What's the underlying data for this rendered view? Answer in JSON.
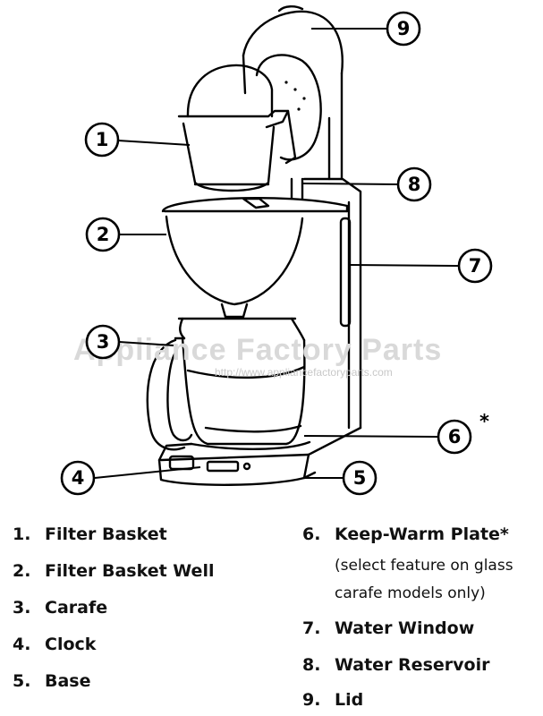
{
  "watermark": {
    "text": "Appliance Factory Parts",
    "url": "http://www.appliancefactoryparts.com"
  },
  "callouts": [
    "1",
    "2",
    "3",
    "4",
    "5",
    "6",
    "7",
    "8",
    "9"
  ],
  "callout_asterisk": "*",
  "legend": {
    "items": [
      {
        "num": "1.",
        "label": "Filter Basket"
      },
      {
        "num": "2.",
        "label": "Filter Basket Well"
      },
      {
        "num": "3.",
        "label": "Carafe"
      },
      {
        "num": "4.",
        "label": "Clock"
      },
      {
        "num": "5.",
        "label": "Base"
      },
      {
        "num": "6.",
        "label": "Keep-Warm Plate*"
      },
      {
        "num": "7.",
        "label": "Water Window"
      },
      {
        "num": "8.",
        "label": "Water Reservoir"
      },
      {
        "num": "9.",
        "label": "Lid"
      }
    ],
    "note_line1": "(select feature on glass",
    "note_line2": "carafe models only)"
  }
}
